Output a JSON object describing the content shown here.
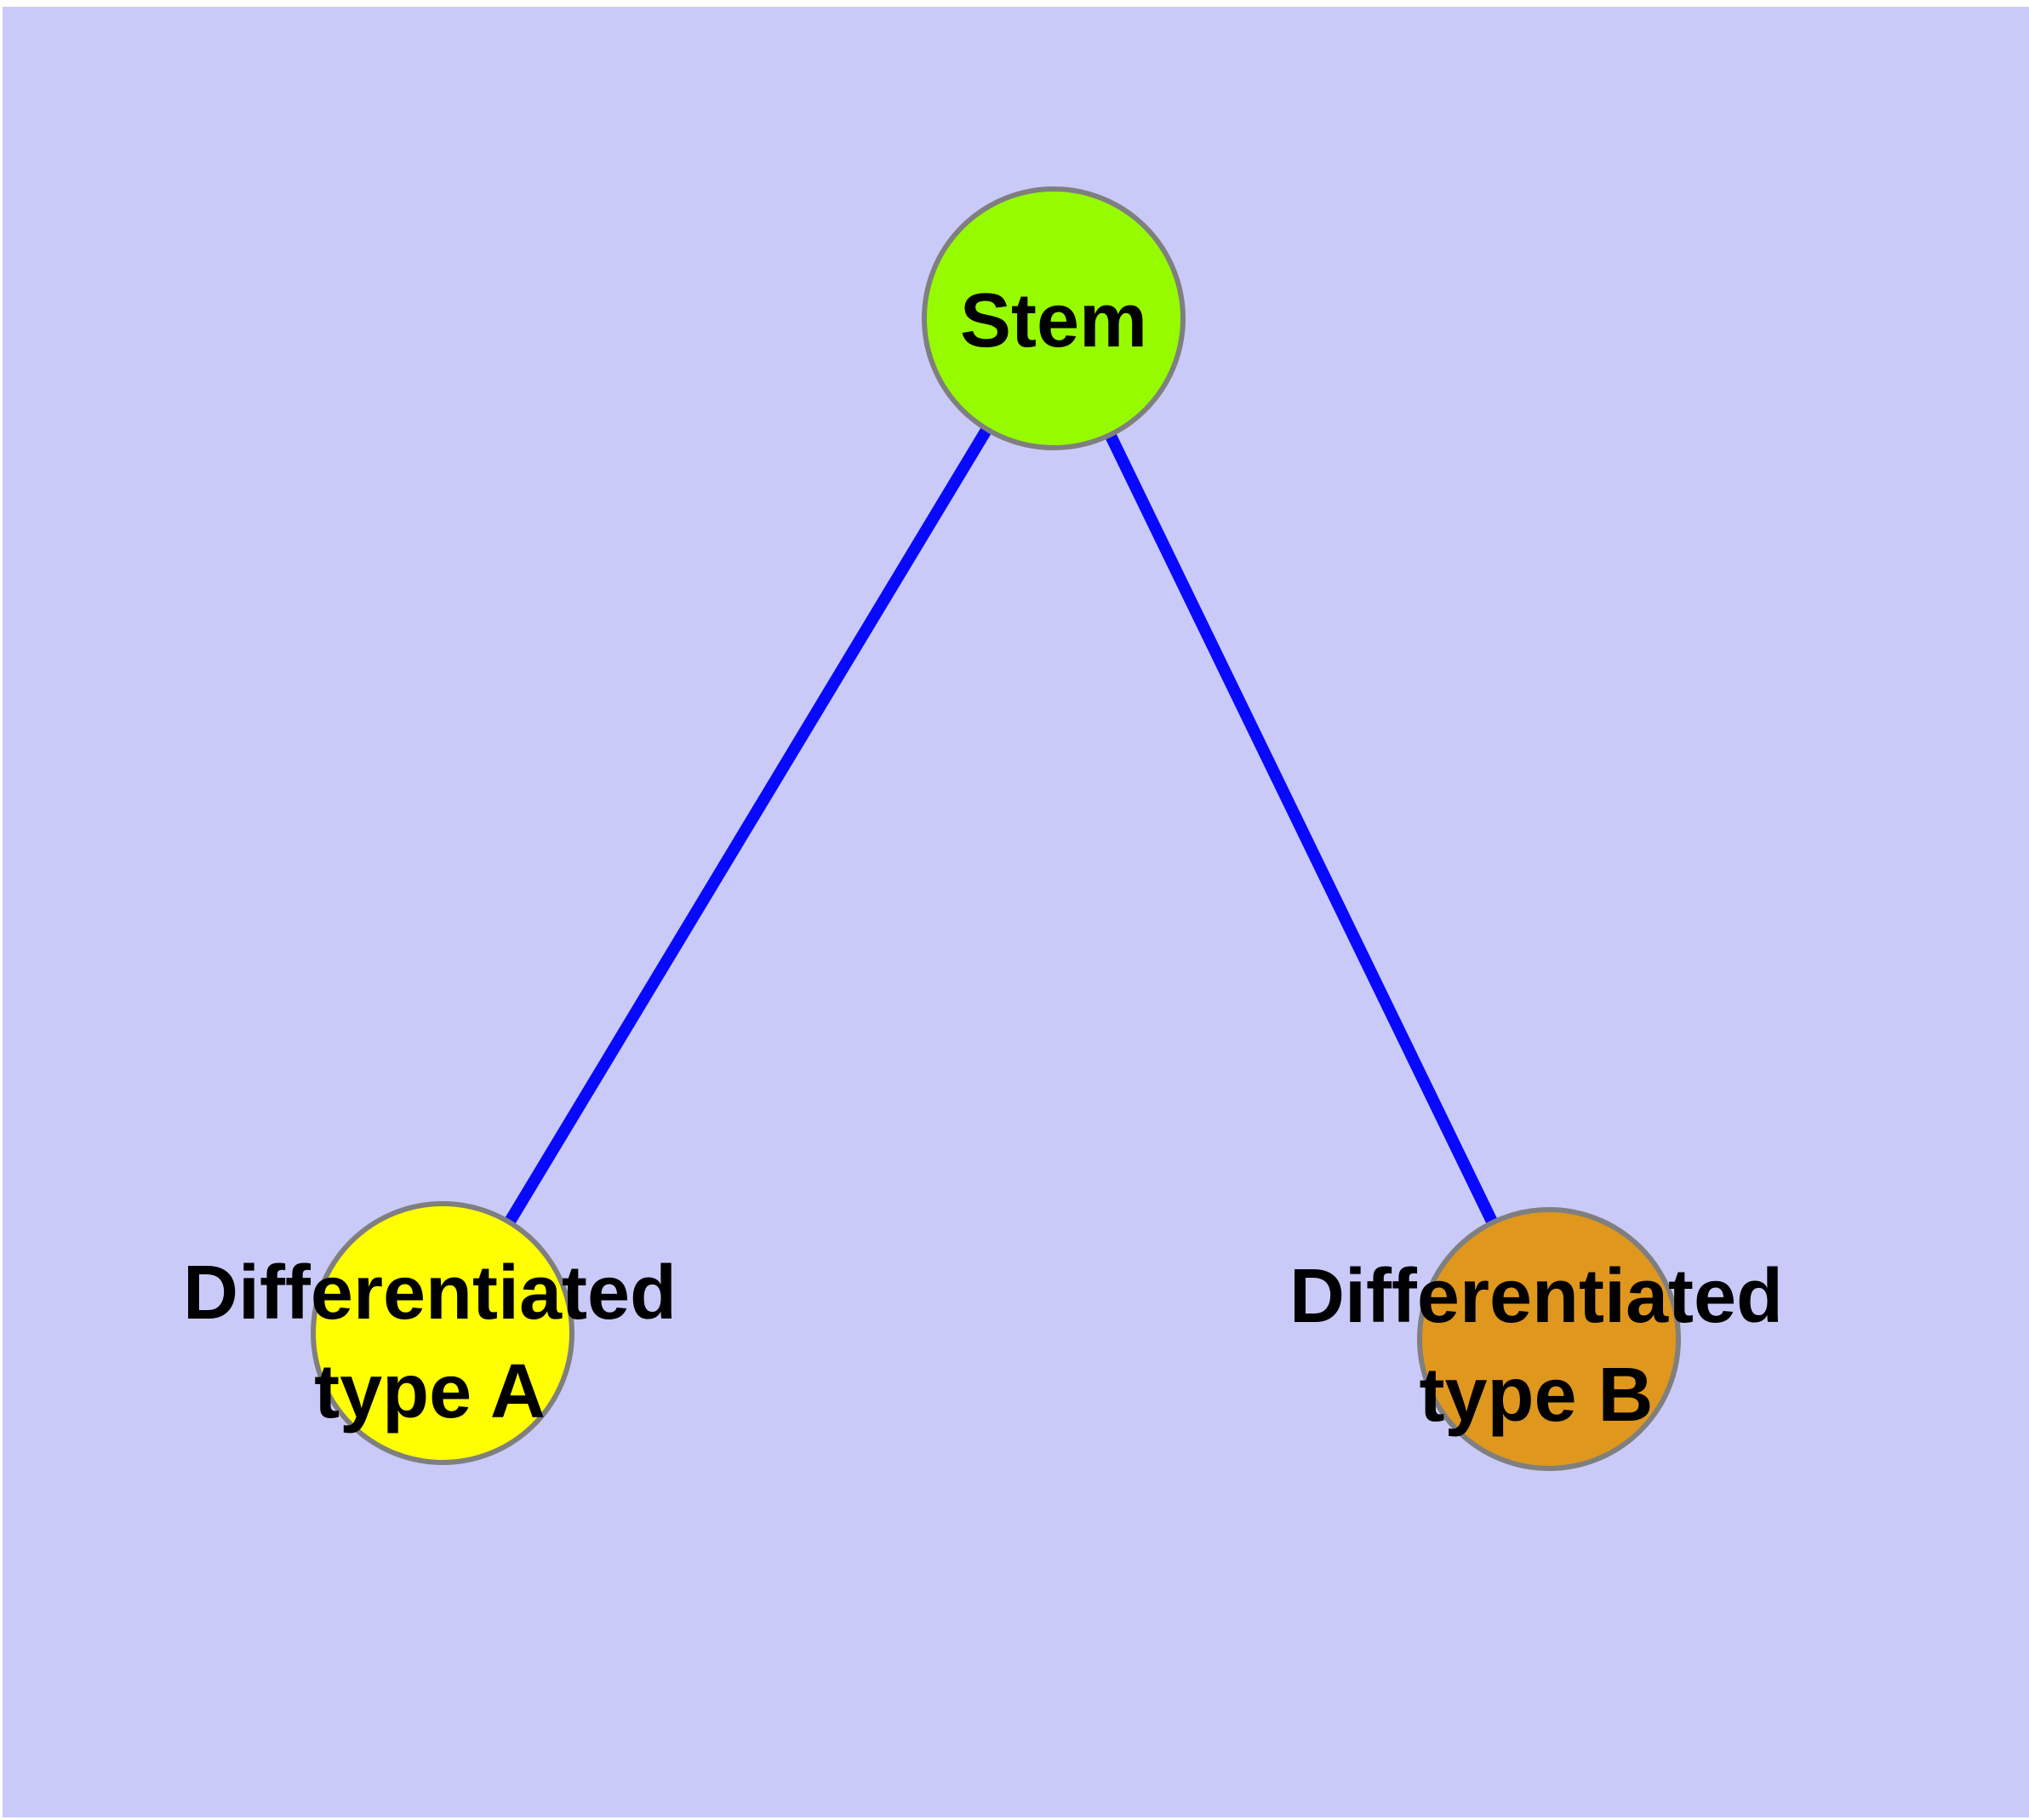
{
  "diagram": {
    "type": "graph",
    "background_color": "#cacaf9",
    "page_color": "#ffffff",
    "edge_color": "#0808ff",
    "node_border_color": "#7f7f7f",
    "label_color": "#000000",
    "nodes": [
      {
        "id": "stem",
        "label": "Stem",
        "fill": "#97fb00"
      },
      {
        "id": "differentiated-type-a",
        "label_line1": "Differentiated",
        "label_line2": "type A",
        "fill": "#ffff00"
      },
      {
        "id": "differentiated-type-b",
        "label_line1": "Differentiated",
        "label_line2": "type B",
        "fill": "#e0971e"
      }
    ],
    "edges": [
      {
        "from": "Stem",
        "to": "Differentiated type A"
      },
      {
        "from": "Stem",
        "to": "Differentiated type B"
      }
    ]
  }
}
